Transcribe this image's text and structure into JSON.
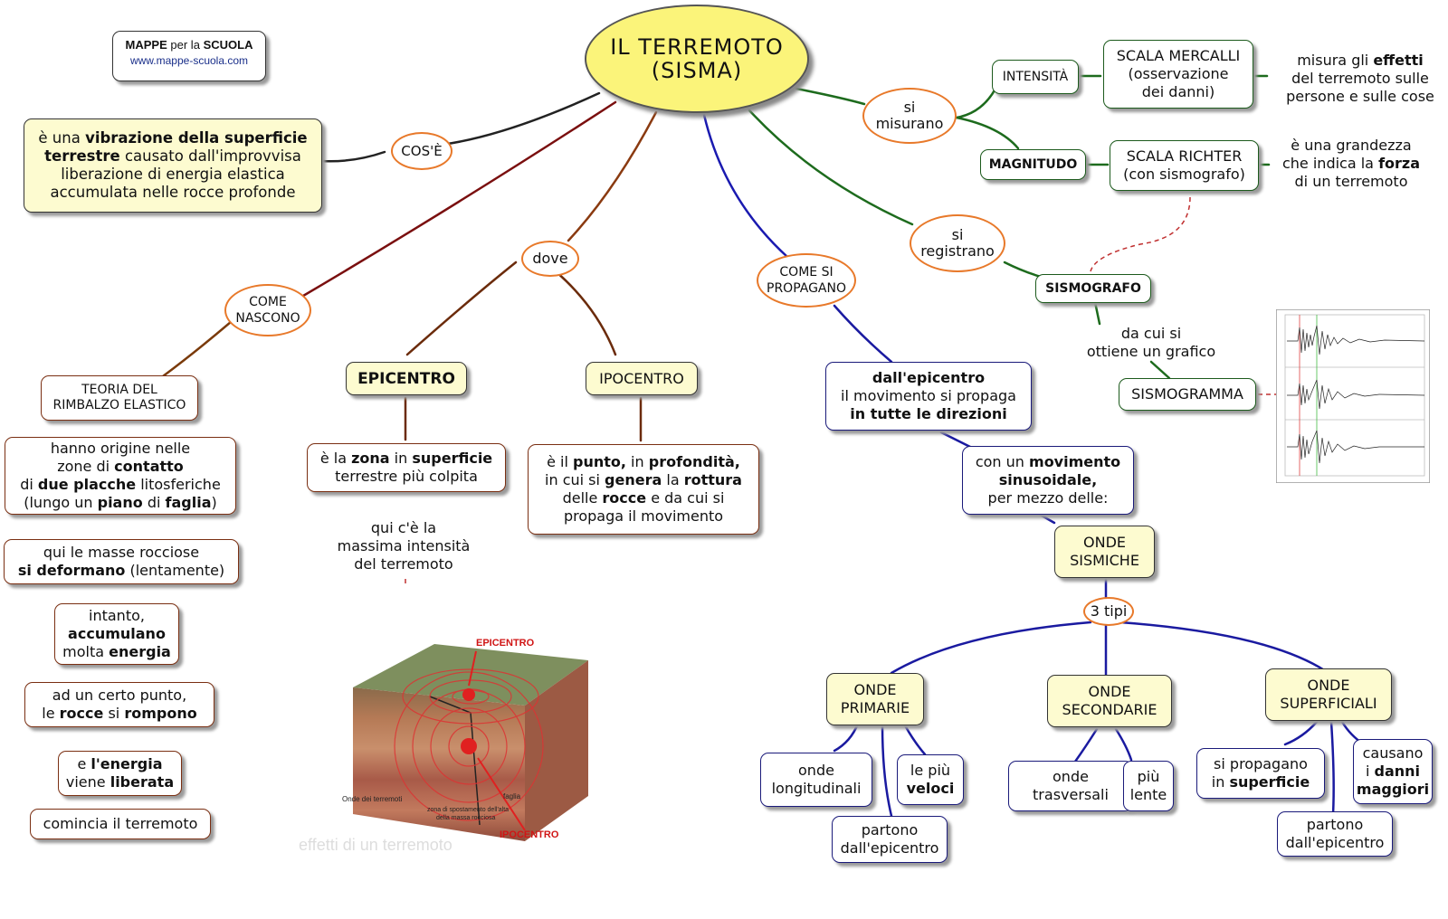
{
  "brand": {
    "name_part1": "MAPPE",
    "name_part2": "per la",
    "name_part3": "SCUOLA",
    "url": "www.mappe-scuola.com"
  },
  "title": {
    "line1": "IL TERREMOTO",
    "line2": "(SISMA)"
  },
  "definition": {
    "link": "COS'È",
    "t1": "è una ",
    "t2": "vibrazione della superficie",
    "t3": "terrestre",
    "t4": " causato dall'improvvisa",
    "t5": "liberazione di energia elastica",
    "t6": "accumulata nelle rocce profonde"
  },
  "come_nascono": {
    "link1": "COME",
    "link2": "NASCONO",
    "theory1": "TEORIA DEL",
    "theory2": "RIMBALZO ELASTICO",
    "s1": {
      "a": "hanno origine nelle",
      "b": "zone di ",
      "c": "contatto",
      "d": "di ",
      "e": "due placche",
      "f": " litosferiche",
      "g": "(lungo un ",
      "h": "piano",
      "i": " di ",
      "j": "faglia",
      "k": ")"
    },
    "s2": {
      "a": "qui le masse rocciose",
      "b": "si deformano",
      "c": " (lentamente)"
    },
    "s3": {
      "a": "intanto,",
      "b": "accumulano",
      "c": "molta ",
      "d": "energia"
    },
    "s4": {
      "a": "ad un certo punto,",
      "b": "le ",
      "c": "rocce",
      "d": " si ",
      "e": "rompono"
    },
    "s5": {
      "a": "e ",
      "b": "l'energia",
      "c": "viene ",
      "d": "liberata"
    },
    "s6": "comincia il terremoto"
  },
  "dove": {
    "link": "dove",
    "epicentro": "EPICENTRO",
    "ipocentro": "IPOCENTRO",
    "epi_desc": {
      "a": "è la ",
      "b": "zona",
      "c": " in ",
      "d": "superficie",
      "e": "terrestre più colpita"
    },
    "epi_note": {
      "a": "qui c'è la",
      "b": "massima intensità",
      "c": "del terremoto"
    },
    "ipo_desc": {
      "a": "è il ",
      "b": "punto,",
      "c": " in ",
      "d": "profondità,",
      "e": "in cui si ",
      "f": "genera",
      "g": " la ",
      "h": "rottura",
      "i": "delle ",
      "j": "rocce",
      "k": " e da cui si",
      "l": "propaga il movimento"
    }
  },
  "illustration": {
    "label_epicentro": "EPICENTRO",
    "label_ipocentro": "IPOCENTRO",
    "label_onde": "Onde dei terremoti",
    "label_zona1": "zona di spostamento dell'alta",
    "label_zona2": "della massa rocciosa",
    "label_faglia": "faglia",
    "caption": "effetti di un terremoto"
  },
  "propagano": {
    "link1": "COME SI",
    "link2": "PROPAGANO",
    "p1": {
      "a": "dall'epicentro",
      "b": "il movimento si propaga",
      "c": "in tutte le direzioni"
    },
    "p2": {
      "a": "con un ",
      "b": "movimento",
      "c": "sinusoidale,",
      "d": "per mezzo delle:"
    },
    "onde": {
      "a": "ONDE",
      "b": "SISMICHE"
    },
    "tipi": "3 tipi",
    "primarie": {
      "a": "ONDE",
      "b": "PRIMARIE"
    },
    "secondarie": {
      "a": "ONDE",
      "b": "SECONDARIE"
    },
    "superficiali": {
      "a": "ONDE",
      "b": "SUPERFICIALI"
    },
    "prim_long": {
      "a": "onde",
      "b": "longitudinali"
    },
    "prim_veloci": {
      "a": "le più",
      "b": "veloci"
    },
    "prim_partono": {
      "a": "partono",
      "b": "dall'epicentro"
    },
    "sec_trasv": {
      "a": "onde",
      "b": "trasversali"
    },
    "sec_lente": {
      "a": "più",
      "b": "lente"
    },
    "sup_prop": {
      "a": "si propagano",
      "b": "in ",
      "c": "superficie"
    },
    "sup_danni": {
      "a": "causano",
      "b": "i ",
      "c": "danni",
      "d": "maggiori"
    },
    "sup_partono": {
      "a": "partono",
      "b": "dall'epicentro"
    }
  },
  "misurano": {
    "link1": "si",
    "link2": "misurano",
    "intensita": "INTENSITÀ",
    "magnitudo": "MAGNITUDO",
    "mercalli": {
      "a": "SCALA MERCALLI",
      "b": "(osservazione",
      "c": "dei danni)"
    },
    "mercalli_note": {
      "a": "misura gli ",
      "b": "effetti",
      "c": "del terremoto sulle",
      "d": "persone e sulle cose"
    },
    "richter": {
      "a": "SCALA RICHTER",
      "b": "(con sismografo)"
    },
    "richter_note": {
      "a": "è una grandezza",
      "b": "che indica la ",
      "c": "forza",
      "d": "di un terremoto"
    }
  },
  "registrano": {
    "link1": "si",
    "link2": "registrano",
    "sismografo": "SISMOGRAFO",
    "link_grafico1": "da cui si",
    "link_grafico2": "ottiene un grafico",
    "sismogramma": "SISMOGRAMMA"
  },
  "colors": {
    "orange_ellipse": "#e8792a",
    "cream": "#fdfbd0",
    "title_yellow": "#fbf47a",
    "brown": "#7a2f12",
    "blue": "#1a1a9a",
    "green": "#1d6b1d"
  }
}
